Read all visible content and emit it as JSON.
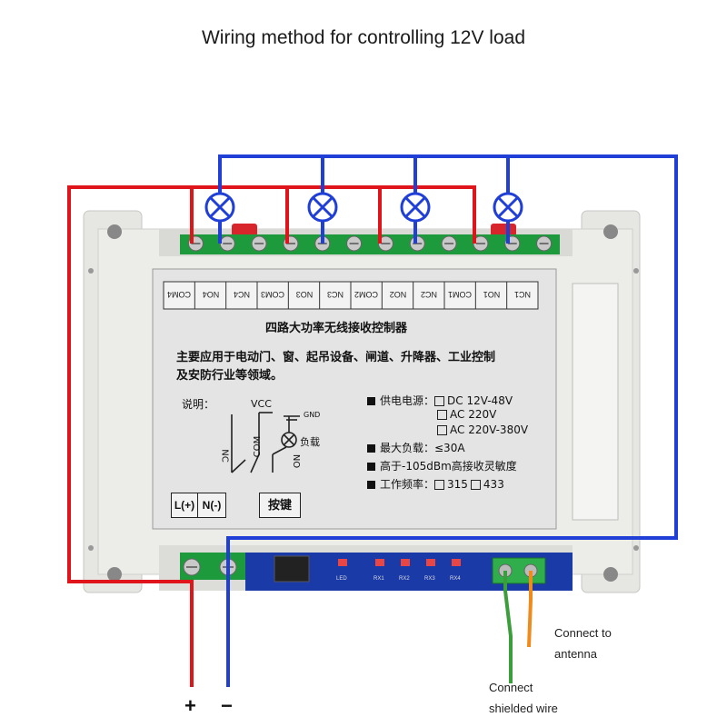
{
  "title": "Wiring method for controlling 12V load",
  "terminals_top": [
    "COM4",
    "NO4",
    "NC4",
    "COM3",
    "NO3",
    "NC3",
    "COM2",
    "NO2",
    "NC2",
    "COM1",
    "NO1",
    "NC1"
  ],
  "panel": {
    "heading": "四路大功率无线接收控制器",
    "desc_line1": "主要应用于电动门、窗、起吊设备、闸道、升降器、工业控制",
    "desc_line2": "及安防行业等领域。",
    "explain": "说明：",
    "vcc": "VCC",
    "gnd": "GND",
    "load": "负载",
    "nc": "NC",
    "com": "COM",
    "no": "NO",
    "power_label": "供电电源：",
    "power_opt1": "DC 12V-48V",
    "power_opt2": "AC 220V",
    "power_opt3": "AC 220V-380V",
    "max_load": "最大负载：≤30A",
    "sensitivity": "高于-105dBm高接收灵敏度",
    "freq_label": "工作频率：",
    "freq_opt1": "315",
    "freq_opt2": "433",
    "l_label": "L(+)",
    "n_label": "N(-)",
    "key_label": "按键"
  },
  "board_labels": [
    "LED",
    "RX1",
    "RX2",
    "RX3",
    "RX4"
  ],
  "plus": "+",
  "minus": "−",
  "antenna_note_line1": "Connect to",
  "antenna_note_line2": "antenna",
  "shield_note_line1": "Connect",
  "shield_note_line2": "shielded wire",
  "colors": {
    "red_wire": "#e0151c",
    "blue_wire": "#1f3fd6",
    "terminal_green": "#1c9a3c",
    "board_blue": "#1a3aa8",
    "housing": "#e9e9e6",
    "antenna_green": "#3a9e3a",
    "antenna_orange": "#f08a1a"
  }
}
